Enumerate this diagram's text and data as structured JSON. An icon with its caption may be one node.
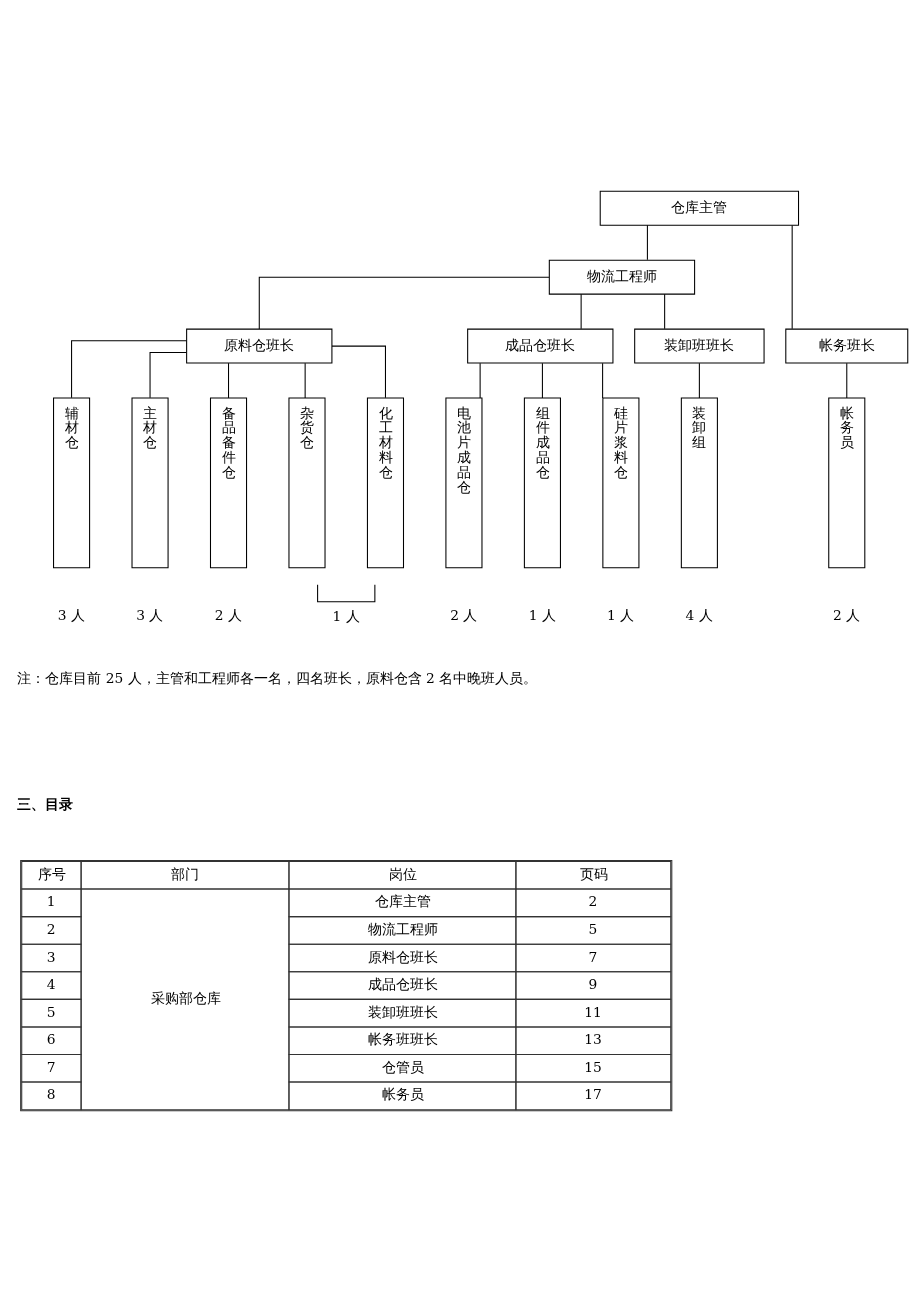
{
  "diagram": {
    "nodes": [
      {
        "text": [
          "仓库主管"
        ]
      },
      {
        "text": [
          "物流工程师"
        ]
      },
      {
        "text": [
          "原料仓班长"
        ]
      },
      {
        "text": [
          "成品仓班长"
        ]
      },
      {
        "text": [
          "装卸班班长"
        ]
      },
      {
        "text": [
          "帐务班长"
        ]
      },
      {
        "text": [
          "辅材仓"
        ],
        "beside": [
          "3 人"
        ]
      },
      {
        "text": [
          "主材仓"
        ],
        "beside": [
          "3 人"
        ]
      },
      {
        "text": [
          "备品备件仓"
        ],
        "beside": [
          "2 人"
        ]
      },
      {
        "text": [
          "杂货仓"
        ]
      },
      {
        "text": [
          "化工材料仓"
        ]
      },
      {
        "text": [
          "电池片成品仓"
        ],
        "beside": [
          "2 人"
        ]
      },
      {
        "text": [
          "组件成品仓"
        ],
        "beside": [
          "1 人"
        ]
      },
      {
        "text": [
          "硅片浆料仓"
        ],
        "beside": [
          "1 人"
        ]
      },
      {
        "text": [
          "装卸组"
        ],
        "beside": [
          "4 人"
        ]
      },
      {
        "text": [
          "帐务员"
        ],
        "beside": [
          "2 人"
        ]
      }
    ],
    "edges": [
      {
        "from": 0,
        "to": 1,
        "arrow": "none"
      },
      {
        "from": 0,
        "to": 5,
        "arrow": "none"
      },
      {
        "from": 1,
        "to": 2,
        "arrow": "none"
      },
      {
        "from": 1,
        "to": 3,
        "arrow": "none"
      },
      {
        "from": 1,
        "to": 4,
        "arrow": "none"
      },
      {
        "from": 2,
        "to": 6,
        "arrow": "none"
      },
      {
        "from": 2,
        "to": 7,
        "arrow": "none"
      },
      {
        "from": 2,
        "to": 8,
        "arrow": "none"
      },
      {
        "from": 2,
        "to": 9,
        "arrow": "none"
      },
      {
        "from": 2,
        "to": 10,
        "arrow": "none"
      },
      {
        "from": 3,
        "to": 11,
        "arrow": "none"
      },
      {
        "from": 3,
        "to": 12,
        "arrow": "none"
      },
      {
        "from": 3,
        "to": 13,
        "arrow": "none"
      },
      {
        "from": 4,
        "to": 14,
        "arrow": "none"
      },
      {
        "from": 5,
        "to": 15,
        "arrow": "none"
      }
    ],
    "labels": [
      "1 人",
      "注：仓库目前 25 人，主管和工程师各一名，四名班长，原料仓含 2 名中晚班人员。",
      "三、目录",
      "序号",
      "部门",
      "岗位",
      "页码",
      "1",
      "采购部仓库",
      "仓库主管",
      "2",
      "2",
      "物流工程师",
      "5",
      "3",
      "原料仓班长",
      "7",
      "4",
      "成品仓班长",
      "9",
      "5",
      "装卸班班长",
      "11",
      "6",
      "帐务班班长",
      "13",
      "7",
      "仓管员",
      "15",
      "8",
      "帐务员",
      "17"
    ]
  }
}
